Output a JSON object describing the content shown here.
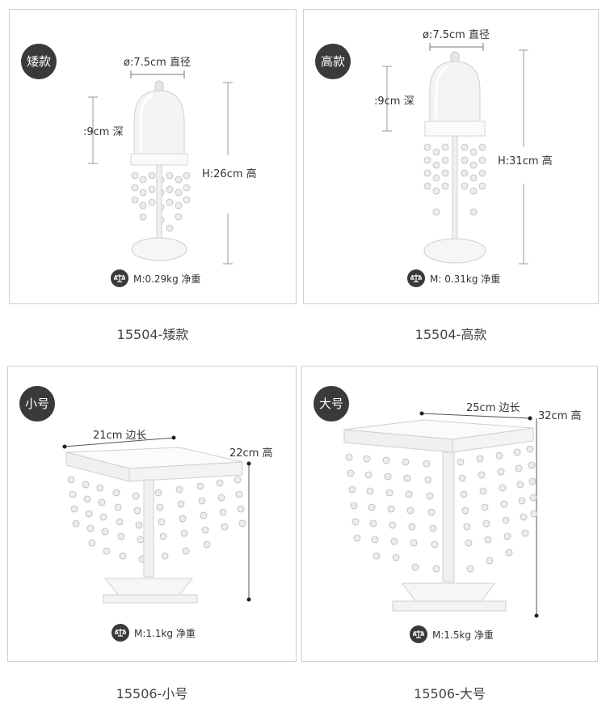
{
  "panels": {
    "p1": {
      "badge": "矮款",
      "diameter_label": "ø:7.5cm 直径",
      "depth_label": ":9cm 深",
      "height_label": "H:26cm  高",
      "weight_label": "M:0.29kg 净重",
      "caption": "15504-矮款",
      "icon": "scale-icon"
    },
    "p2": {
      "badge": "高款",
      "diameter_label": "ø:7.5cm 直径",
      "depth_label": ":9cm 深",
      "height_label": "H:31cm  高",
      "weight_label": "M: 0.31kg 净重",
      "caption": "15504-高款",
      "icon": "scale-icon"
    },
    "p3": {
      "badge": "小号",
      "side_label": "21cm 边长",
      "height_label": "22cm 高",
      "weight_label": "M:1.1kg 净重",
      "caption": "15506-小号",
      "icon": "scale-icon"
    },
    "p4": {
      "badge": "大号",
      "side_label": "25cm 边长",
      "height_label": "32cm 高",
      "weight_label": "M:1.5kg 净重",
      "caption": "15506-大号",
      "icon": "scale-icon"
    }
  },
  "colors": {
    "badge_bg": "#3a3a3a",
    "border": "#cfcfcf",
    "line": "#555555"
  }
}
